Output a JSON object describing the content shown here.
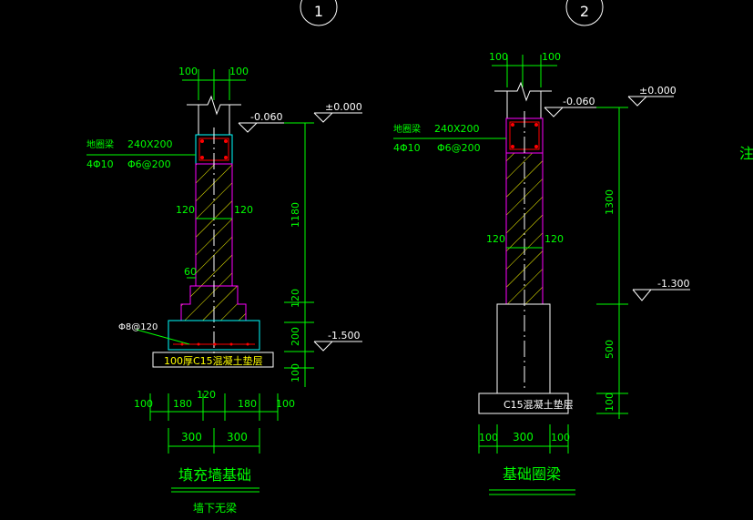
{
  "colors": {
    "background": "#000000",
    "dimension": "#00ff00",
    "outline": "#ffffff",
    "wall": "#ff00ff",
    "hatch": "#ffff00",
    "beam_frame": "#00ffff",
    "rebar": "#ff0000",
    "label": "#00ff00"
  },
  "sheet": {
    "bubble_1": "1",
    "bubble_2": "2",
    "side_note": "注"
  },
  "left_detail": {
    "title": "填充墙基础",
    "subtitle": "墙下无梁",
    "wall_width_left": "100",
    "wall_width_right": "100",
    "level_top": "-0.060",
    "level_zero": "±0.000",
    "level_bottom": "-1.500",
    "beam_name": "地圈梁",
    "beam_size": "240X200",
    "beam_main_rebar": "4Φ10",
    "beam_stirrup": "Φ6@200",
    "wall_half_left": "120",
    "wall_half_right": "120",
    "step_offset": "60",
    "footing_rebar": "Φ8@120",
    "cushion_label": "100厚C15混凝土垫层",
    "vertical_dims": [
      "1180",
      "120",
      "200",
      "100"
    ],
    "bottom_dims_row1": [
      "100",
      "180",
      "120",
      "180",
      "100"
    ],
    "bottom_dims_row2": [
      "300",
      "300"
    ]
  },
  "right_detail": {
    "title": "基础圈梁",
    "wall_width_left": "100",
    "wall_width_right": "100",
    "level_top": "-0.060",
    "level_zero": "±0.000",
    "level_bottom": "-1.300",
    "beam_name": "地圈梁",
    "beam_size": "240X200",
    "beam_main_rebar": "4Φ10",
    "beam_stirrup": "Φ6@200",
    "wall_half_left": "120",
    "wall_half_right": "120",
    "cushion_label": "C15混凝土垫层",
    "vertical_dims": [
      "1300",
      "500",
      "100"
    ],
    "bottom_dims": [
      "100",
      "300",
      "100"
    ]
  }
}
